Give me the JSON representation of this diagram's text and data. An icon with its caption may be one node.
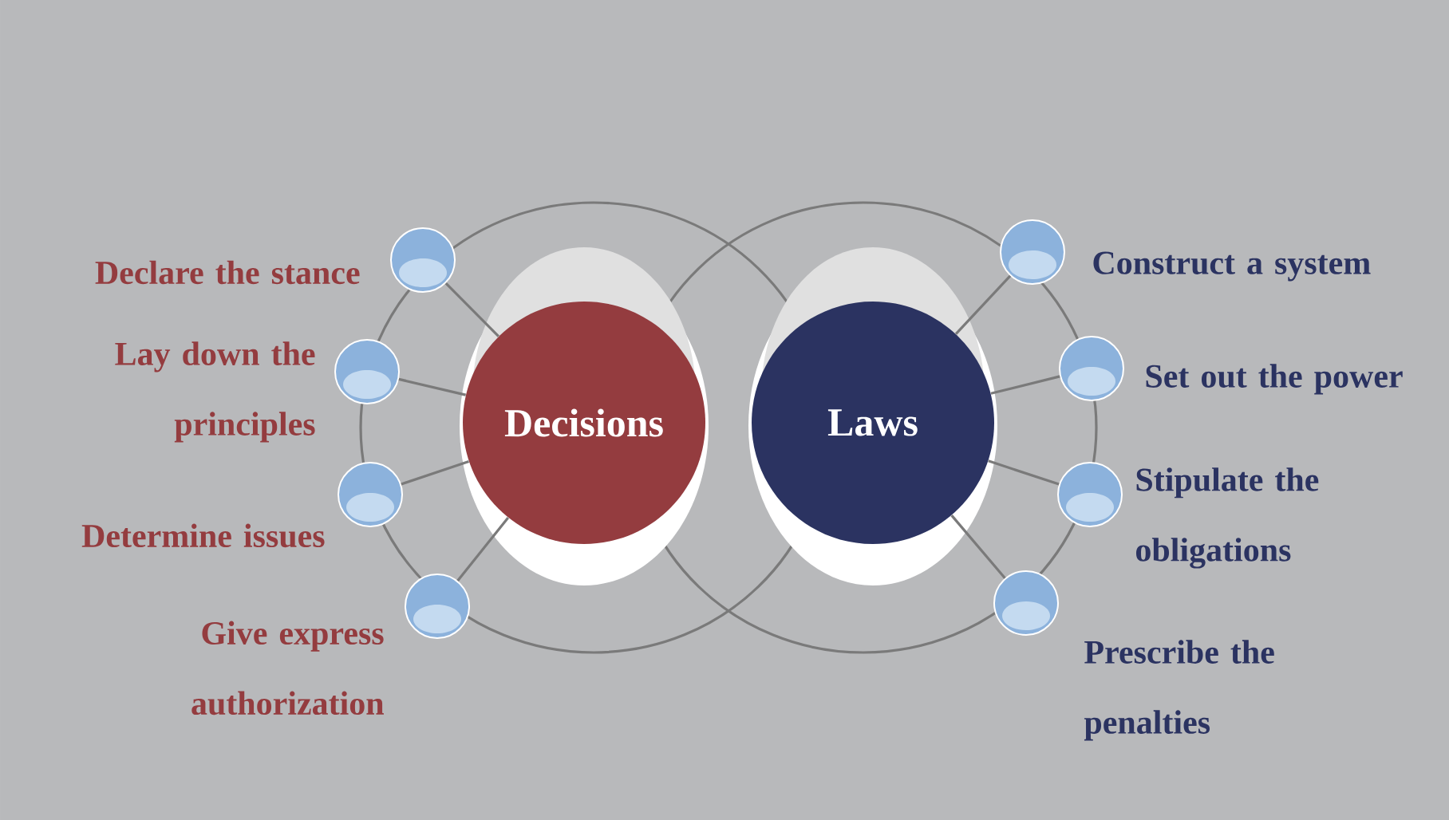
{
  "diagram": {
    "nodes": [
      {
        "text": [
          "Decisions"
        ]
      },
      {
        "text": [
          "Laws"
        ]
      },
      {
        "text": [],
        "shape": "circle",
        "beside": [
          "Declare the stance"
        ]
      },
      {
        "text": [],
        "shape": "circle",
        "beside": [
          "Lay down the principles"
        ]
      },
      {
        "text": [],
        "shape": "circle",
        "beside": [
          "Determine issues"
        ]
      },
      {
        "text": [],
        "shape": "circle",
        "beside": [
          "Give express authorization"
        ]
      },
      {
        "text": [],
        "shape": "circle",
        "beside": [
          "Construct a system"
        ]
      },
      {
        "text": [],
        "shape": "circle",
        "beside": [
          "Set out the power"
        ]
      },
      {
        "text": [],
        "shape": "circle",
        "beside": [
          "Stipulate the obligations"
        ]
      },
      {
        "text": [],
        "shape": "circle",
        "beside": [
          "Prescribe the penalties"
        ]
      }
    ],
    "edges": [
      {
        "from": 0,
        "to": 2,
        "arrow": "none"
      },
      {
        "from": 0,
        "to": 3,
        "arrow": "none"
      },
      {
        "from": 0,
        "to": 4,
        "arrow": "none"
      },
      {
        "from": 0,
        "to": 5,
        "arrow": "none"
      },
      {
        "from": 1,
        "to": 6,
        "arrow": "none"
      },
      {
        "from": 1,
        "to": 7,
        "arrow": "none"
      },
      {
        "from": 1,
        "to": 8,
        "arrow": "none"
      },
      {
        "from": 1,
        "to": 9,
        "arrow": "none"
      }
    ]
  }
}
